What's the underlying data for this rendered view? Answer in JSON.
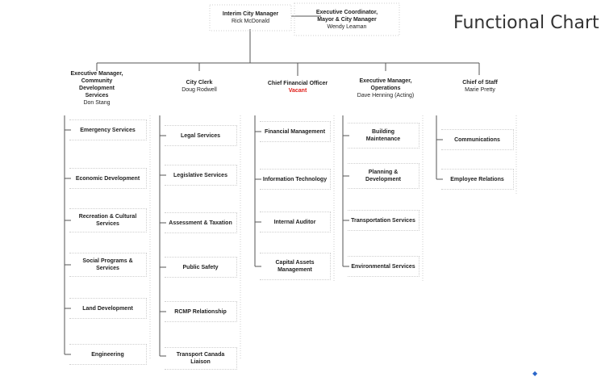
{
  "title": "Functional Chart",
  "top": {
    "manager": {
      "role": "Interim City Manager",
      "name": "Rick McDonald"
    },
    "coordinator": {
      "role_line1": "Executive Coordinator,",
      "role_line2": "Mayor & City Manager",
      "name": "Wendy Leaman"
    }
  },
  "departments": [
    {
      "role_line1": "Executive Manager,",
      "role_line2": "Community Development",
      "role_line3": "Services",
      "name": "Don Stang",
      "services": [
        {
          "line1": "Emergency Services",
          "line2": ""
        },
        {
          "line1": "Economic Development",
          "line2": ""
        },
        {
          "line1": "Recreation & Cultural",
          "line2": "Services"
        },
        {
          "line1": "Social Programs &",
          "line2": "Services"
        },
        {
          "line1": "Land Development",
          "line2": ""
        },
        {
          "line1": "Engineering",
          "line2": ""
        }
      ]
    },
    {
      "role_line1": "City Clerk",
      "name": "Doug Rodwell",
      "services": [
        {
          "line1": "Legal Services",
          "line2": ""
        },
        {
          "line1": "Legislative Services",
          "line2": ""
        },
        {
          "line1": "Assessment & Taxation",
          "line2": ""
        },
        {
          "line1": "Public Safety",
          "line2": ""
        },
        {
          "line1": "RCMP Relationship",
          "line2": ""
        },
        {
          "line1": "Transport Canada",
          "line2": "Liaison"
        }
      ]
    },
    {
      "role_line1": "Chief Financial Officer",
      "name": "Vacant",
      "name_color": "#e0201b",
      "services": [
        {
          "line1": "Financial Management",
          "line2": ""
        },
        {
          "line1": "Information Technology",
          "line2": ""
        },
        {
          "line1": "Internal Auditor",
          "line2": ""
        },
        {
          "line1": "Capital Assets",
          "line2": "Management"
        }
      ]
    },
    {
      "role_line1": "Executive Manager,",
      "role_line2": "Operations",
      "name": "Dave Henning (Acting)",
      "services": [
        {
          "line1": "Building",
          "line2": "Maintenance"
        },
        {
          "line1": "Planning &",
          "line2": "Development"
        },
        {
          "line1": "Transportation Services",
          "line2": ""
        },
        {
          "line1": "Environmental Services",
          "line2": ""
        }
      ]
    },
    {
      "role_line1": "Chief of Staff",
      "name": "Marie Pretty",
      "services": [
        {
          "line1": "Communications",
          "line2": ""
        },
        {
          "line1": "Employee Relations",
          "line2": ""
        }
      ]
    }
  ]
}
